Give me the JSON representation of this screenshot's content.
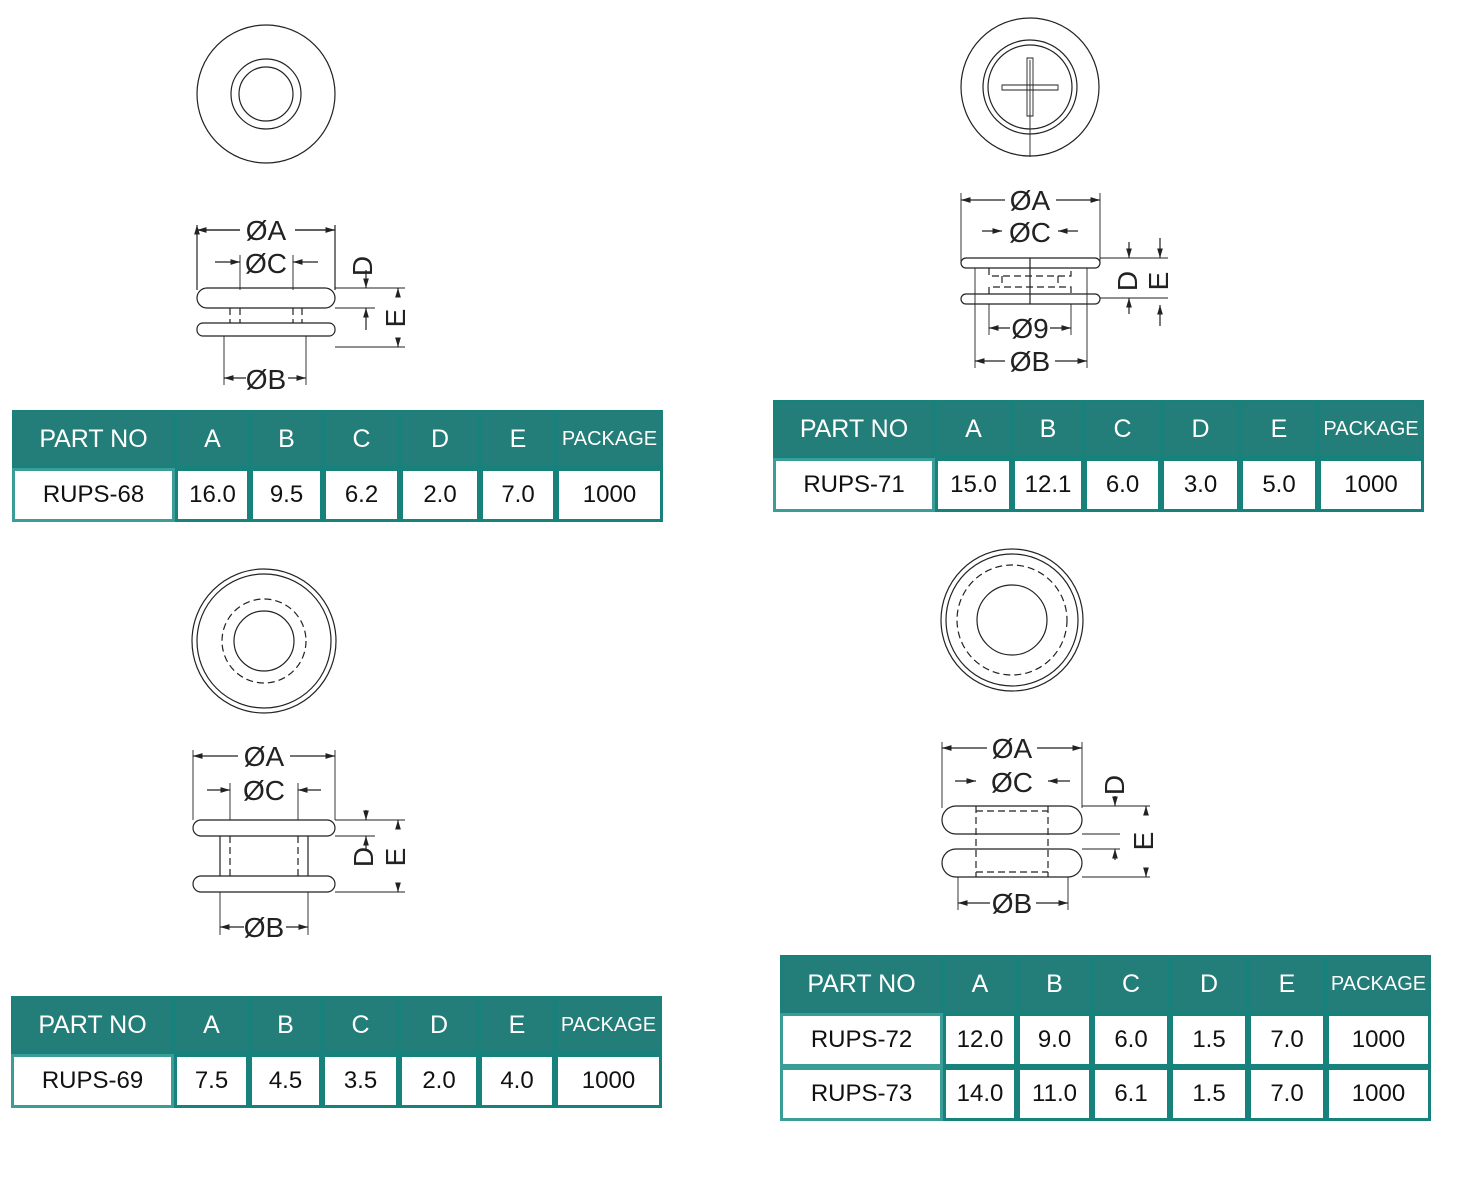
{
  "labels": {
    "dia_a": "ØA",
    "dia_b": "ØB",
    "dia_c": "ØC",
    "dia_9": "Ø9",
    "d": "D",
    "e": "E"
  },
  "tables": [
    {
      "headers": [
        "PART NO",
        "A",
        "B",
        "C",
        "D",
        "E",
        "PACKAGE"
      ],
      "rows": [
        [
          "RUPS-68",
          "16.0",
          "9.5",
          "6.2",
          "2.0",
          "7.0",
          "1000"
        ]
      ]
    },
    {
      "headers": [
        "PART NO",
        "A",
        "B",
        "C",
        "D",
        "E",
        "PACKAGE"
      ],
      "rows": [
        [
          "RUPS-71",
          "15.0",
          "12.1",
          "6.0",
          "3.0",
          "5.0",
          "1000"
        ]
      ]
    },
    {
      "headers": [
        "PART NO",
        "A",
        "B",
        "C",
        "D",
        "E",
        "PACKAGE"
      ],
      "rows": [
        [
          "RUPS-69",
          "7.5",
          "4.5",
          "3.5",
          "2.0",
          "4.0",
          "1000"
        ]
      ]
    },
    {
      "headers": [
        "PART NO",
        "A",
        "B",
        "C",
        "D",
        "E",
        "PACKAGE"
      ],
      "rows": [
        [
          "RUPS-72",
          "12.0",
          "9.0",
          "6.0",
          "1.5",
          "7.0",
          "1000"
        ],
        [
          "RUPS-73",
          "14.0",
          "11.0",
          "6.1",
          "1.5",
          "7.0",
          "1000"
        ]
      ]
    }
  ],
  "colors": {
    "header": "#237d78",
    "border": "#17817c"
  }
}
